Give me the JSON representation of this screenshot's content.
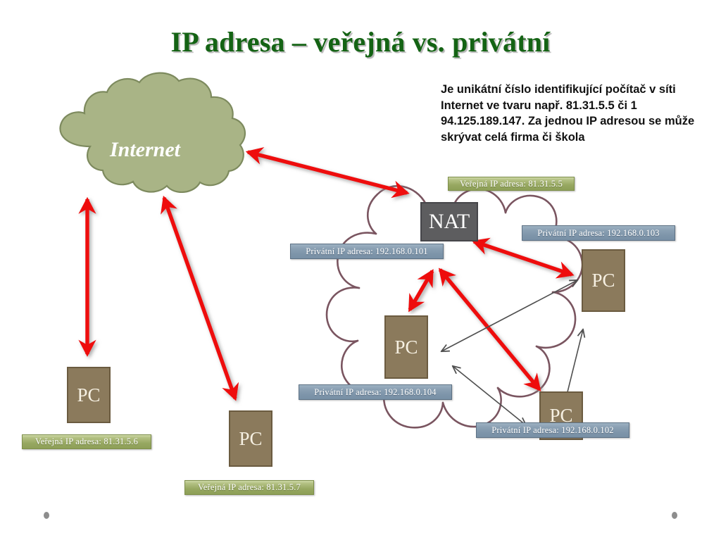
{
  "slide": {
    "title": "IP adresa – veřejná vs. privátní",
    "body_text": "Je unikátní číslo identifikující počítač v síti Internet ve tvaru např. 81.31.5.5 či 1 94.125.189.147. Za jednou IP adresou se může skrývat celá firma či škola",
    "background_color": "#ffffff"
  },
  "colors": {
    "title_green": "#146314",
    "internet_cloud_fill": "#a9b486",
    "internet_cloud_stroke": "#7e8a5e",
    "lan_cloud_stroke": "#7a5560",
    "pc_fill": "#8b7a5c",
    "pc_border": "#6b5b40",
    "nat_fill": "#5d5d5f",
    "nat_border": "#46464a",
    "public_badge": "#9cab66",
    "private_badge": "#8198ab",
    "red_arrow": "#ee1111",
    "grey_arrow": "#5a5a5a"
  },
  "internet_cloud": {
    "label": "Internet"
  },
  "nodes": [
    {
      "id": "pc-public-1",
      "label": "PC",
      "type": "pc"
    },
    {
      "id": "pc-public-2",
      "label": "PC",
      "type": "pc"
    },
    {
      "id": "nat",
      "label": "NAT",
      "type": "nat"
    },
    {
      "id": "pc-private-103",
      "label": "PC",
      "type": "pc"
    },
    {
      "id": "pc-private-101",
      "label": "PC",
      "type": "pc"
    },
    {
      "id": "pc-private-102",
      "label": "PC",
      "type": "pc"
    }
  ],
  "badges": [
    {
      "id": "public-81-31-5-6",
      "kind": "public",
      "label": "Veřejná IP adresa:  81.31.5.6"
    },
    {
      "id": "public-81-31-5-7",
      "kind": "public",
      "label": "Veřejná IP adresa:  81.31.5.7"
    },
    {
      "id": "public-81-31-5-5",
      "kind": "public",
      "label": "Veřejná IP adresa:  81.31.5.5"
    },
    {
      "id": "private-192-168-0-101",
      "kind": "private",
      "label": "Privátní IP adresa:  192.168.0.101"
    },
    {
      "id": "private-192-168-0-103",
      "kind": "private",
      "label": "Privátní IP adresa:  192.168.0.103"
    },
    {
      "id": "private-192-168-0-104",
      "kind": "private",
      "label": "Privátní IP adresa:  192.168.0.104"
    },
    {
      "id": "private-192-168-0-102",
      "kind": "private",
      "label": "Privátní IP adresa:  192.168.0.102"
    }
  ],
  "nav_dots": [
    {
      "id": "nav-dot-left"
    },
    {
      "id": "nav-dot-right"
    }
  ]
}
